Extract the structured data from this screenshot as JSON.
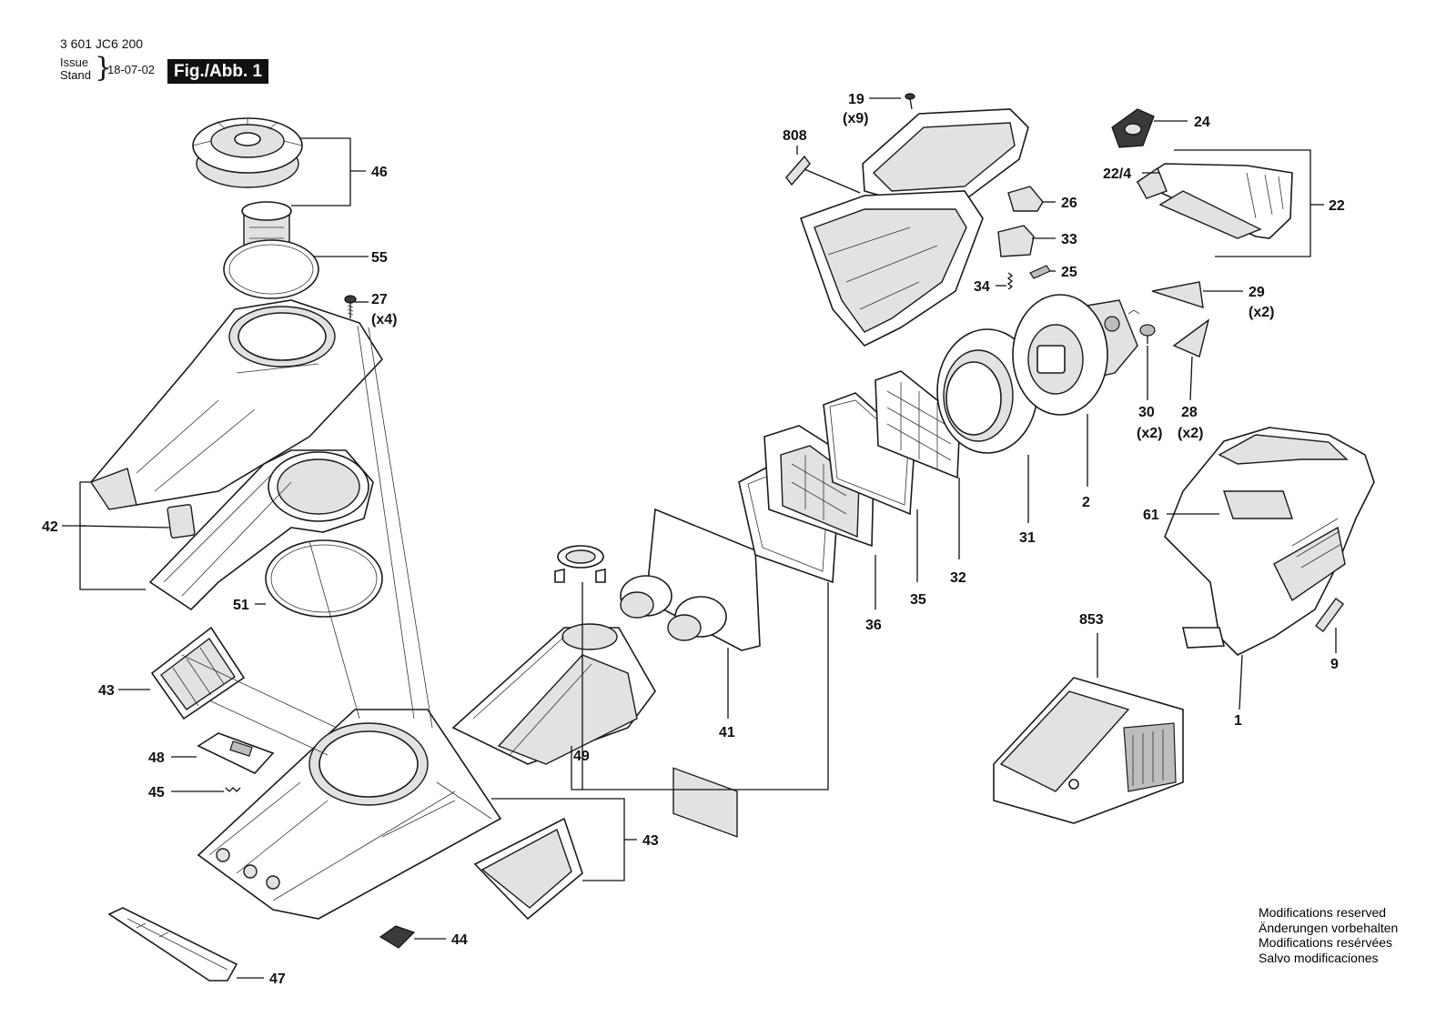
{
  "header": {
    "doc_number": "3 601 JC6 200",
    "issue_label": "Issue",
    "stand_label": "Stand",
    "issue_date": "18-07-02",
    "figure_label": "Fig./Abb. 1"
  },
  "callouts": {
    "c46": "46",
    "c55": "55",
    "c27": "27",
    "c27q": "(x4)",
    "c42": "42",
    "c51": "51",
    "c43a": "43",
    "c48": "48",
    "c45": "45",
    "c43b": "43",
    "c44": "44",
    "c47": "47",
    "c49": "49",
    "c41": "41",
    "c36": "36",
    "c35": "35",
    "c32": "32",
    "c31": "31",
    "c2": "2",
    "c19": "19",
    "c19q": "(x9)",
    "c808": "808",
    "c26": "26",
    "c33": "33",
    "c34": "34",
    "c25": "25",
    "c24": "24",
    "c224": "22/4",
    "c22": "22",
    "c29": "29",
    "c29q": "(x2)",
    "c30": "30",
    "c30q": "(x2)",
    "c28": "28",
    "c28q": "(x2)",
    "c61": "61",
    "c9": "9",
    "c1": "1",
    "c853": "853"
  },
  "notes": [
    "Modifications reserved",
    "Änderungen vorbehalten",
    "Modifications resérvées",
    "Salvo modificaciones"
  ]
}
